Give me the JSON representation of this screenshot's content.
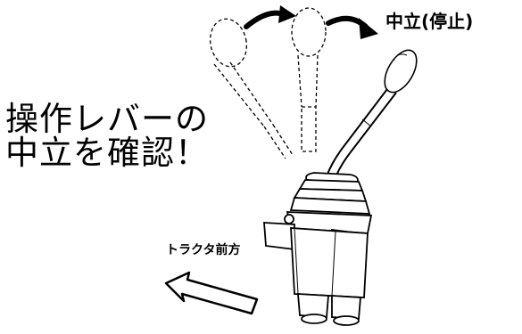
{
  "headline": {
    "line1": "操作レバーの",
    "line2": "中立を確認！"
  },
  "labels": {
    "neutral": "中立(停止)",
    "forward": "トラクタ前方"
  },
  "icons": {
    "arrows": [
      "motion-arrow-icon",
      "motion-arrow-icon"
    ],
    "direction": "forward-arrow-icon"
  }
}
